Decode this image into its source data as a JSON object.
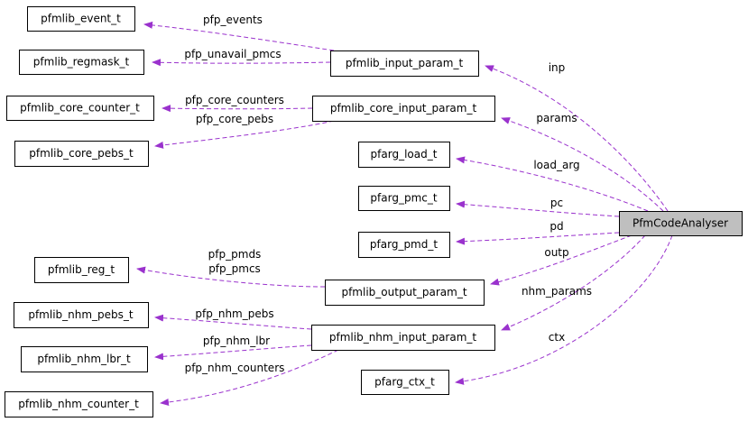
{
  "diagram": {
    "edge_color": "#9a32cd",
    "root": {
      "id": "pfm",
      "label": "PfmCodeAnalyser"
    },
    "nodes": [
      {
        "id": "event",
        "label": "pfmlib_event_t"
      },
      {
        "id": "regmask",
        "label": "pfmlib_regmask_t"
      },
      {
        "id": "input",
        "label": "pfmlib_input_param_t"
      },
      {
        "id": "corecounter",
        "label": "pfmlib_core_counter_t"
      },
      {
        "id": "coreinput",
        "label": "pfmlib_core_input_param_t"
      },
      {
        "id": "corepebs",
        "label": "pfmlib_core_pebs_t"
      },
      {
        "id": "load",
        "label": "pfarg_load_t"
      },
      {
        "id": "pmc",
        "label": "pfarg_pmc_t"
      },
      {
        "id": "pmd",
        "label": "pfarg_pmd_t"
      },
      {
        "id": "reg",
        "label": "pfmlib_reg_t"
      },
      {
        "id": "output",
        "label": "pfmlib_output_param_t"
      },
      {
        "id": "nhmpebs",
        "label": "pfmlib_nhm_pebs_t"
      },
      {
        "id": "nhminput",
        "label": "pfmlib_nhm_input_param_t"
      },
      {
        "id": "nhmlbr",
        "label": "pfmlib_nhm_lbr_t"
      },
      {
        "id": "ctx",
        "label": "pfarg_ctx_t"
      },
      {
        "id": "nhmcounter",
        "label": "pfmlib_nhm_counter_t"
      }
    ],
    "edges": [
      {
        "from": "input",
        "to": "event",
        "labels": [
          "pfp_events"
        ]
      },
      {
        "from": "input",
        "to": "regmask",
        "labels": [
          "pfp_unavail_pmcs"
        ]
      },
      {
        "from": "coreinput",
        "to": "corecounter",
        "labels": [
          "pfp_core_counters"
        ]
      },
      {
        "from": "coreinput",
        "to": "corepebs",
        "labels": [
          "pfp_core_pebs"
        ]
      },
      {
        "from": "output",
        "to": "reg",
        "labels": [
          "pfp_pmds",
          "pfp_pmcs"
        ]
      },
      {
        "from": "nhminput",
        "to": "nhmpebs",
        "labels": [
          "pfp_nhm_pebs"
        ]
      },
      {
        "from": "nhminput",
        "to": "nhmlbr",
        "labels": [
          "pfp_nhm_lbr"
        ]
      },
      {
        "from": "nhminput",
        "to": "nhmcounter",
        "labels": [
          "pfp_nhm_counters"
        ]
      },
      {
        "from": "pfm",
        "to": "input",
        "labels": [
          "inp"
        ]
      },
      {
        "from": "pfm",
        "to": "coreinput",
        "labels": [
          "params"
        ]
      },
      {
        "from": "pfm",
        "to": "load",
        "labels": [
          "load_arg"
        ]
      },
      {
        "from": "pfm",
        "to": "pmc",
        "labels": [
          "pc"
        ]
      },
      {
        "from": "pfm",
        "to": "pmd",
        "labels": [
          "pd"
        ]
      },
      {
        "from": "pfm",
        "to": "output",
        "labels": [
          "outp"
        ]
      },
      {
        "from": "pfm",
        "to": "nhminput",
        "labels": [
          "nhm_params"
        ]
      },
      {
        "from": "pfm",
        "to": "ctx",
        "labels": [
          "ctx"
        ]
      }
    ]
  }
}
